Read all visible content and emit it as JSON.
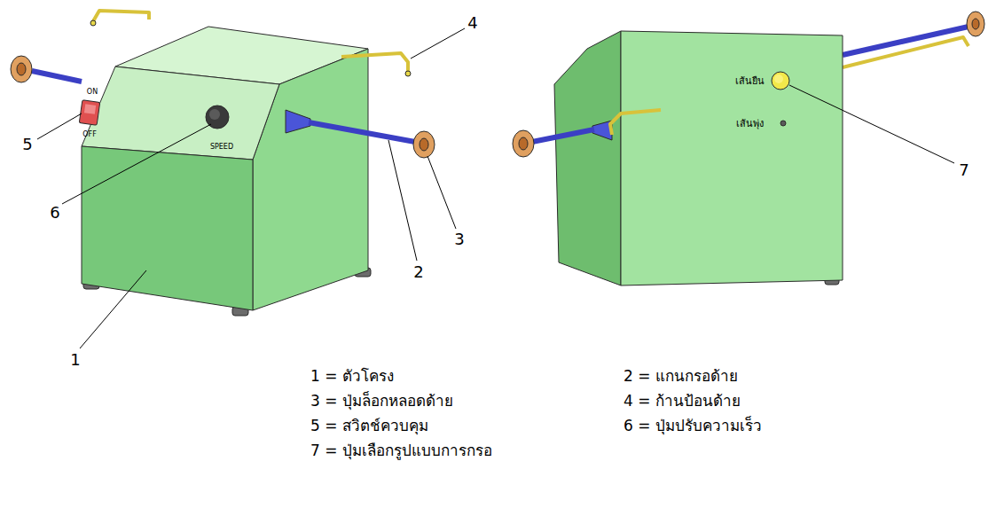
{
  "diagram": {
    "labels": [
      "ON",
      "OFF",
      "SPEED",
      "5",
      "4",
      "6",
      "3",
      "2",
      "1",
      "เส้นยืน",
      "เส้นพุ่ง",
      "7",
      "1 = ตัวโครง",
      "2 = แกนกรอด้าย",
      "3 = ปุ่มล็อกหลอดด้าย",
      "4 = ก้านป้อนด้าย",
      "5 = สวิตช์ควบคุม",
      "6 = ปุ่มปรับความเร็ว",
      "7 = ปุ่มเลือกรูปแบบการกรอ"
    ]
  }
}
